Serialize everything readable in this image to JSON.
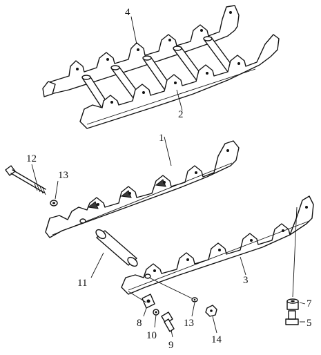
{
  "callouts": [
    {
      "id": "c1",
      "text": "1"
    },
    {
      "id": "c2",
      "text": "2"
    },
    {
      "id": "c3",
      "text": "3"
    },
    {
      "id": "c4",
      "text": "4"
    },
    {
      "id": "c5",
      "text": "5"
    },
    {
      "id": "c7",
      "text": "7"
    },
    {
      "id": "c8",
      "text": "8"
    },
    {
      "id": "c9",
      "text": "9"
    },
    {
      "id": "c10",
      "text": "10"
    },
    {
      "id": "c11",
      "text": "11"
    },
    {
      "id": "c12",
      "text": "12"
    },
    {
      "id": "c13a",
      "text": "13"
    },
    {
      "id": "c13b",
      "text": "13"
    },
    {
      "id": "c14",
      "text": "14"
    }
  ]
}
